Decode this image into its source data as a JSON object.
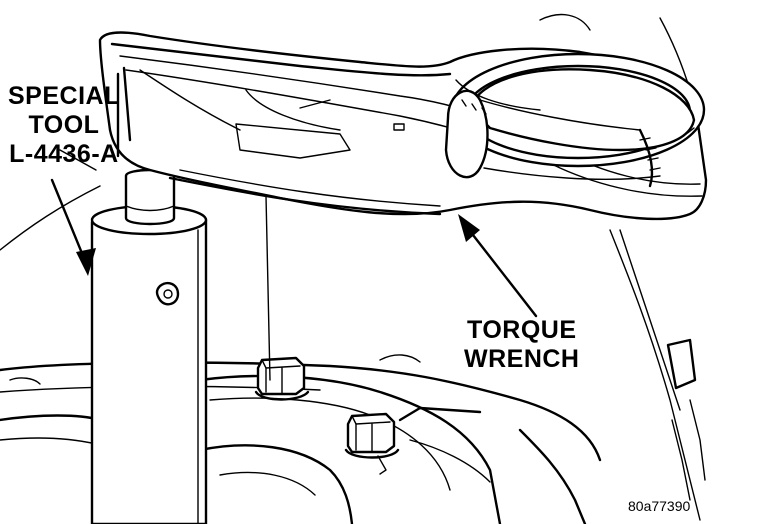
{
  "callouts": {
    "special_tool": {
      "lines": [
        "SPECIAL",
        "TOOL",
        "L-4436-A"
      ]
    },
    "torque_wrench": {
      "lines": [
        "TORQUE",
        "WRENCH"
      ]
    }
  },
  "figure_id": "80a77390",
  "colors": {
    "ink": "#000000",
    "paper": "#ffffff"
  }
}
